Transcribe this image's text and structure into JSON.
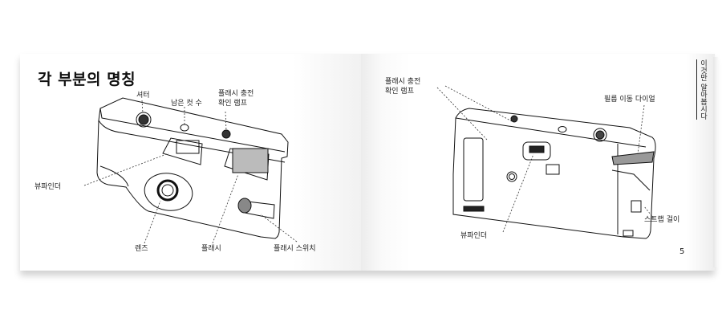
{
  "left_page": {
    "title": "각 부분의 명칭",
    "labels": {
      "shutter": "셔터",
      "remaining_shots": "남은 컷 수",
      "flash_lamp_line1": "플래시 충전",
      "flash_lamp_line2": "확인 램프",
      "viewfinder": "뷰파인더",
      "lens": "렌즈",
      "flash": "플래시",
      "flash_switch": "플래시 스위치"
    }
  },
  "right_page": {
    "section_tab": "이것만 알아봅시다",
    "page_number": "5",
    "labels": {
      "flash_lamp_line1": "플래시 충전",
      "flash_lamp_line2": "확인 램프",
      "film_dial": "필름 이동 다이얼",
      "viewfinder": "뷰파인더",
      "strap_hook": "스트랩 걸이"
    }
  }
}
